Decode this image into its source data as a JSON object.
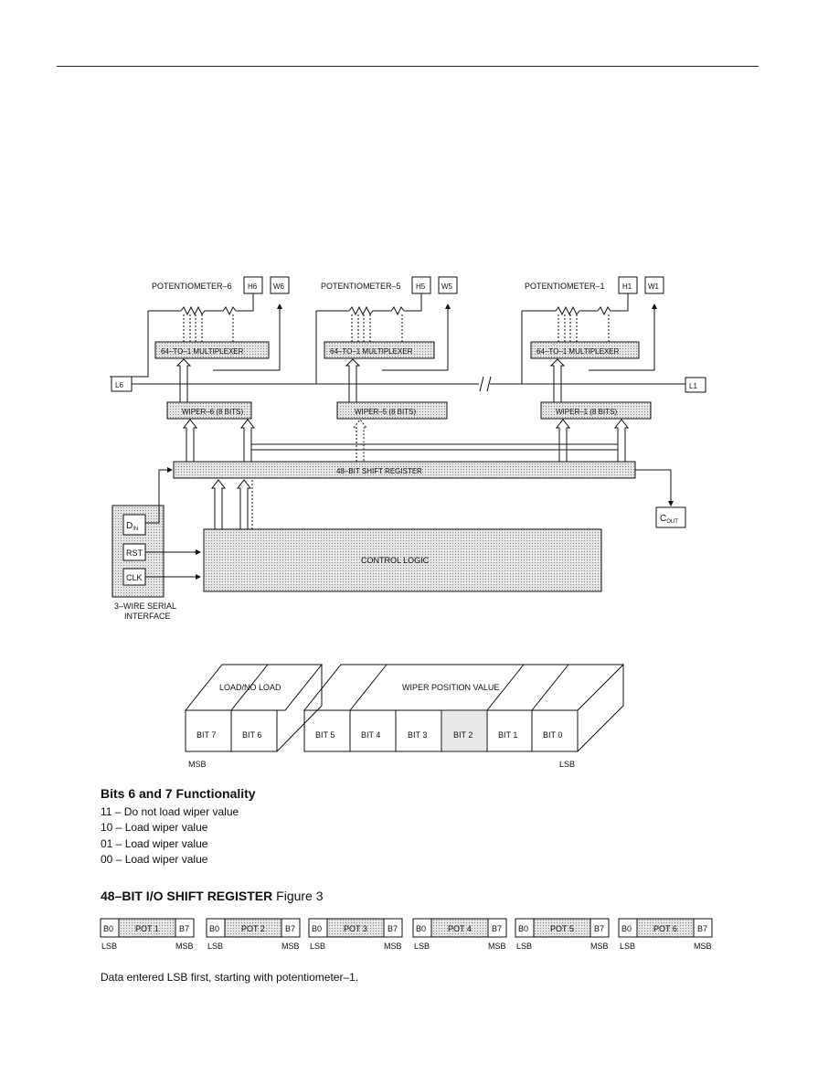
{
  "block_diagram": {
    "pots": [
      {
        "label": "POTENTIOMETER–6",
        "h_pin": "H6",
        "w_pin": "W6",
        "mux": "64–TO–1 MULTIPLEXER",
        "latch": "WIPER–6 (8 BITS)"
      },
      {
        "label": "POTENTIOMETER–5",
        "h_pin": "H5",
        "w_pin": "W5",
        "mux": "64–TO–1 MULTIPLEXER",
        "latch": "WIPER–5 (8 BITS)"
      },
      {
        "label": "POTENTIOMETER–1",
        "h_pin": "H1",
        "w_pin": "W1",
        "mux": "64–TO–1 MULTIPLEXER",
        "latch": "WIPER–1 (8 BITS)"
      }
    ],
    "l_left": "L6",
    "l_right": "L1",
    "shift_register": "48–BIT SHIFT REGISTER",
    "control_logic": "CONTROL LOGIC",
    "din_main": "D",
    "din_sub": "IN",
    "rst": "RST",
    "clk": "CLK",
    "cout_main": "C",
    "cout_sub": "OUT",
    "interface_line1": "3–WIRE SERIAL",
    "interface_line2": "INTERFACE"
  },
  "byte_format": {
    "load_label": "LOAD/NO LOAD",
    "wiper_label": "WIPER POSITION VALUE",
    "bits": [
      "BIT 7",
      "BIT 6",
      "BIT 5",
      "BIT 4",
      "BIT 3",
      "BIT 2",
      "BIT 1",
      "BIT 0"
    ],
    "msb": "MSB",
    "lsb": "LSB"
  },
  "functionality": {
    "title": "Bits 6 and 7 Functionality",
    "lines": [
      "11 – Do not load wiper value",
      "10 – Load wiper value",
      "01 – Load wiper value",
      "00 – Load wiper value"
    ]
  },
  "figure3": {
    "title_bold": "48–BIT I/O SHIFT REGISTER",
    "title_rest": " Figure 3",
    "cells": [
      {
        "left": "B0",
        "mid": "POT 1",
        "right": "B7"
      },
      {
        "left": "B0",
        "mid": "POT 2",
        "right": "B7"
      },
      {
        "left": "B0",
        "mid": "POT 3",
        "right": "B7"
      },
      {
        "left": "B0",
        "mid": "POT 4",
        "right": "B7"
      },
      {
        "left": "B0",
        "mid": "POT 5",
        "right": "B7"
      },
      {
        "left": "B0",
        "mid": "POT 6",
        "right": "B7"
      }
    ],
    "lsb": "LSB",
    "msb": "MSB",
    "note": "Data entered LSB first, starting with potentiometer–1."
  },
  "colors": {
    "shade": "#d6d6d6",
    "line": "#111111"
  }
}
